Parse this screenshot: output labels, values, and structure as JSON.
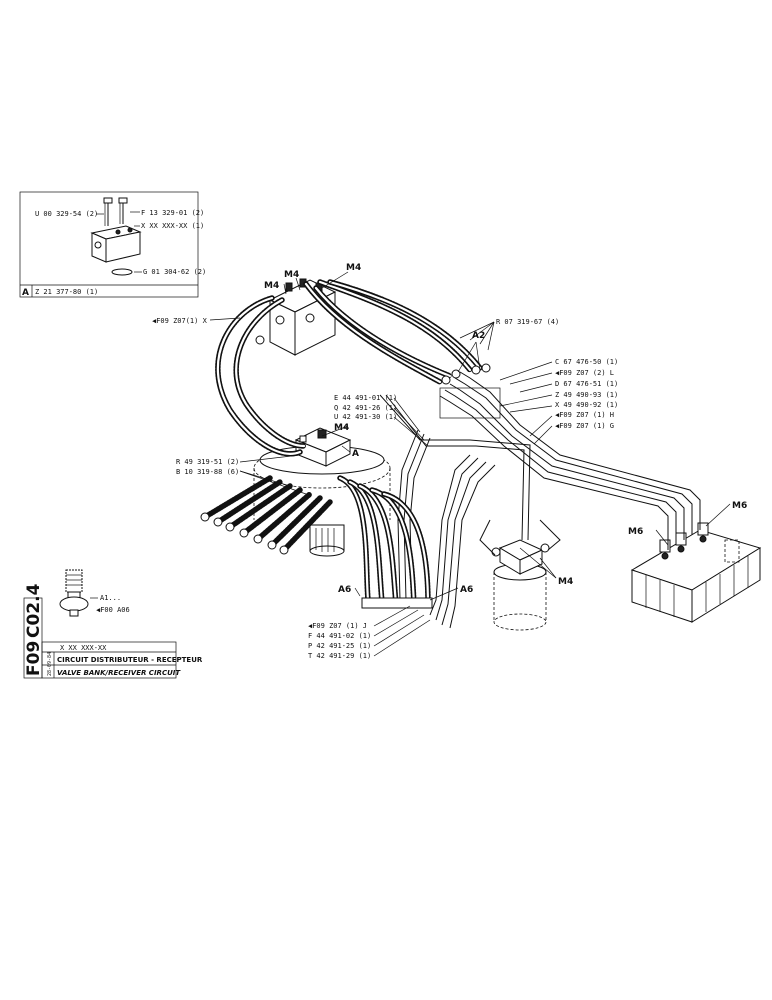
{
  "inset": {
    "screw_label": "U 00 329-54 (2)",
    "bolt_label": "F 13 329-01 (2)",
    "block_label": "X XX XXX-XX (1)",
    "oring_label": "G 01 304-62 (2)",
    "ref_letter": "A",
    "ref_label": "Z 21 377-80 (1)"
  },
  "callouts": {
    "m4_top_a": "M4",
    "m4_top_b": "M4",
    "m4_top_c": "M4",
    "m4_mid": "M4",
    "m4_right": "M4",
    "a_mid": "A",
    "a2": "A2",
    "a6_left": "A6",
    "a6_right": "A6",
    "m6_a": "M6",
    "m6_b": "M6"
  },
  "labels": {
    "f09_x": "◀F09  Z07(1) X",
    "r07": "R 07 319-67 (4)",
    "c67": "C 67 476-50 (1)",
    "f09_l": "◀F09  Z07 (2) L",
    "d67": "D 67 476-51 (1)",
    "z49": "Z 49 490-93 (1)",
    "x49": "X 49 490-92 (1)",
    "f09_h": "◀F09  Z07 (1) H",
    "f09_g": "◀F09  Z07 (1) G",
    "e44": "E 44 491-01 (1)",
    "q42": "Q 42 491-26 (1)",
    "u42": "U 42 491-30 (1)",
    "r49": "R 49 319-51 (2)",
    "b10": "B 10 319-88 (6)",
    "f09_j": "◀F09  Z07 (1) J",
    "f44": "F 44 491-02 (1)",
    "p42": "P 42 491-25 (1)",
    "t42": "T 42 491-29 (1)"
  },
  "fitting": {
    "a1": "A1...",
    "f00": "◀F00  A06"
  },
  "titleblock": {
    "code_a": "F09",
    "code_b": "C02.4",
    "part_number": "X  XX  XXX-XX",
    "date": "28-09-84",
    "title_fr": "CIRCUIT DISTRIBUTEUR - RECEPTEUR",
    "title_en": "VALVE BANK/RECEIVER CIRCUIT"
  }
}
